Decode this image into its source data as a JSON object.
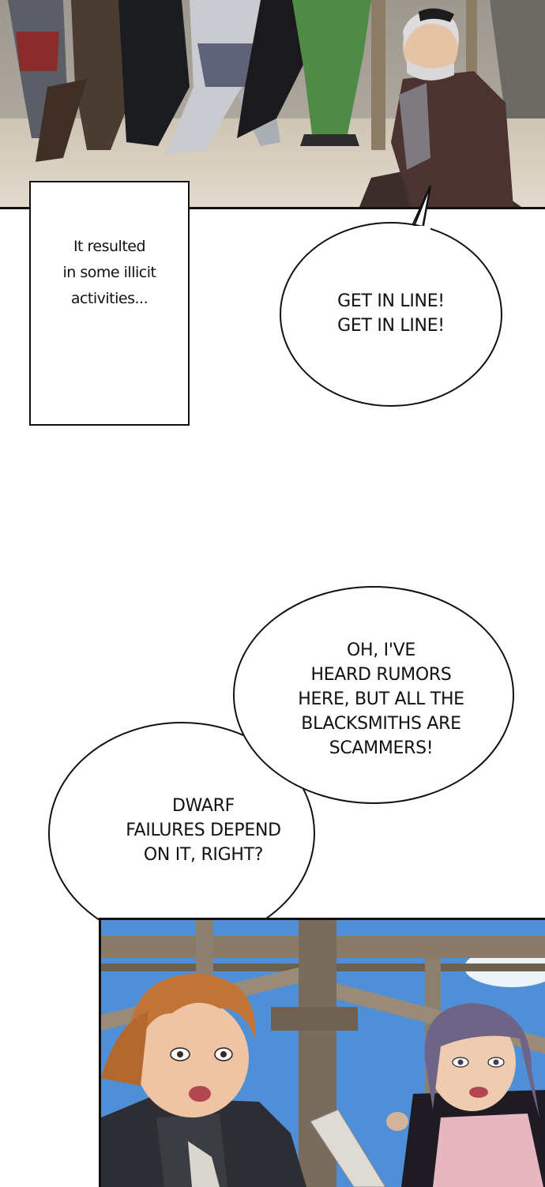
{
  "caption": {
    "lines": [
      "It resulted",
      "in some illicit",
      "activities..."
    ]
  },
  "bubbles": {
    "get_in_line": {
      "lines": [
        "GET IN LINE!",
        "GET IN LINE!"
      ]
    },
    "rumors": {
      "lines": [
        "OH, I'VE",
        "HEARD RUMORS",
        "HERE, BUT ALL THE",
        "BLACKSMITHS ARE",
        "SCAMMERS!"
      ]
    },
    "dwarf": {
      "lines": [
        "DWARF",
        "FAILURES DEPEND",
        "ON IT, RIGHT?"
      ]
    }
  },
  "colors": {
    "ink": "#111111",
    "sky": "#4f8fd8",
    "wood": "#8a7a68",
    "hair_orange": "#c27436",
    "hair_purple": "#6e6486"
  }
}
